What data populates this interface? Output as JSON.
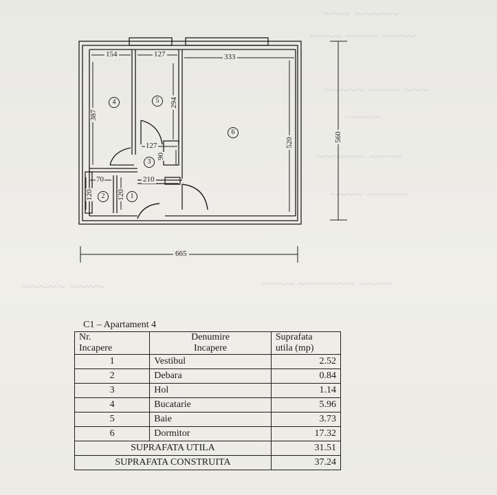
{
  "plan": {
    "dimensions": {
      "w154": "154",
      "w127_top": "127",
      "w333": "333",
      "h387": "387",
      "h294": "294",
      "h520": "520",
      "h560": "560",
      "w127_mid": "127",
      "h90": "90",
      "w70": "70",
      "w210": "210",
      "h120_a": "120",
      "h120_b": "120",
      "w665": "665"
    },
    "room_labels": [
      "1",
      "2",
      "3",
      "4",
      "5",
      "6"
    ]
  },
  "table": {
    "caption": "C1 – Apartament   4",
    "headers": {
      "col1_line1": "Nr.",
      "col1_line2": "Incapere",
      "col2_line1": "Denumire",
      "col2_line2": "Incaperе",
      "col3_line1": "Suprafata",
      "col3_line2": "utila (mp)"
    },
    "rows": [
      {
        "nr": "1",
        "name": "Vestibul",
        "area": "2.52"
      },
      {
        "nr": "2",
        "name": "Debara",
        "area": "0.84"
      },
      {
        "nr": "3",
        "name": "Hol",
        "area": "1.14"
      },
      {
        "nr": "4",
        "name": "Bucatarie",
        "area": "5.96"
      },
      {
        "nr": "5",
        "name": "Baie",
        "area": "3.73"
      },
      {
        "nr": "6",
        "name": "Dormitor",
        "area": "17.32"
      }
    ],
    "totals": [
      {
        "label": "SUPRAFATA UTILA",
        "value": "31.51"
      },
      {
        "label": "SUPRAFATA CONSTRUITA",
        "value": "37.24"
      }
    ]
  },
  "colors": {
    "ink": "#1c1c1c",
    "paper": "#ecebe6",
    "bleed_through": "#c3c5cc"
  }
}
